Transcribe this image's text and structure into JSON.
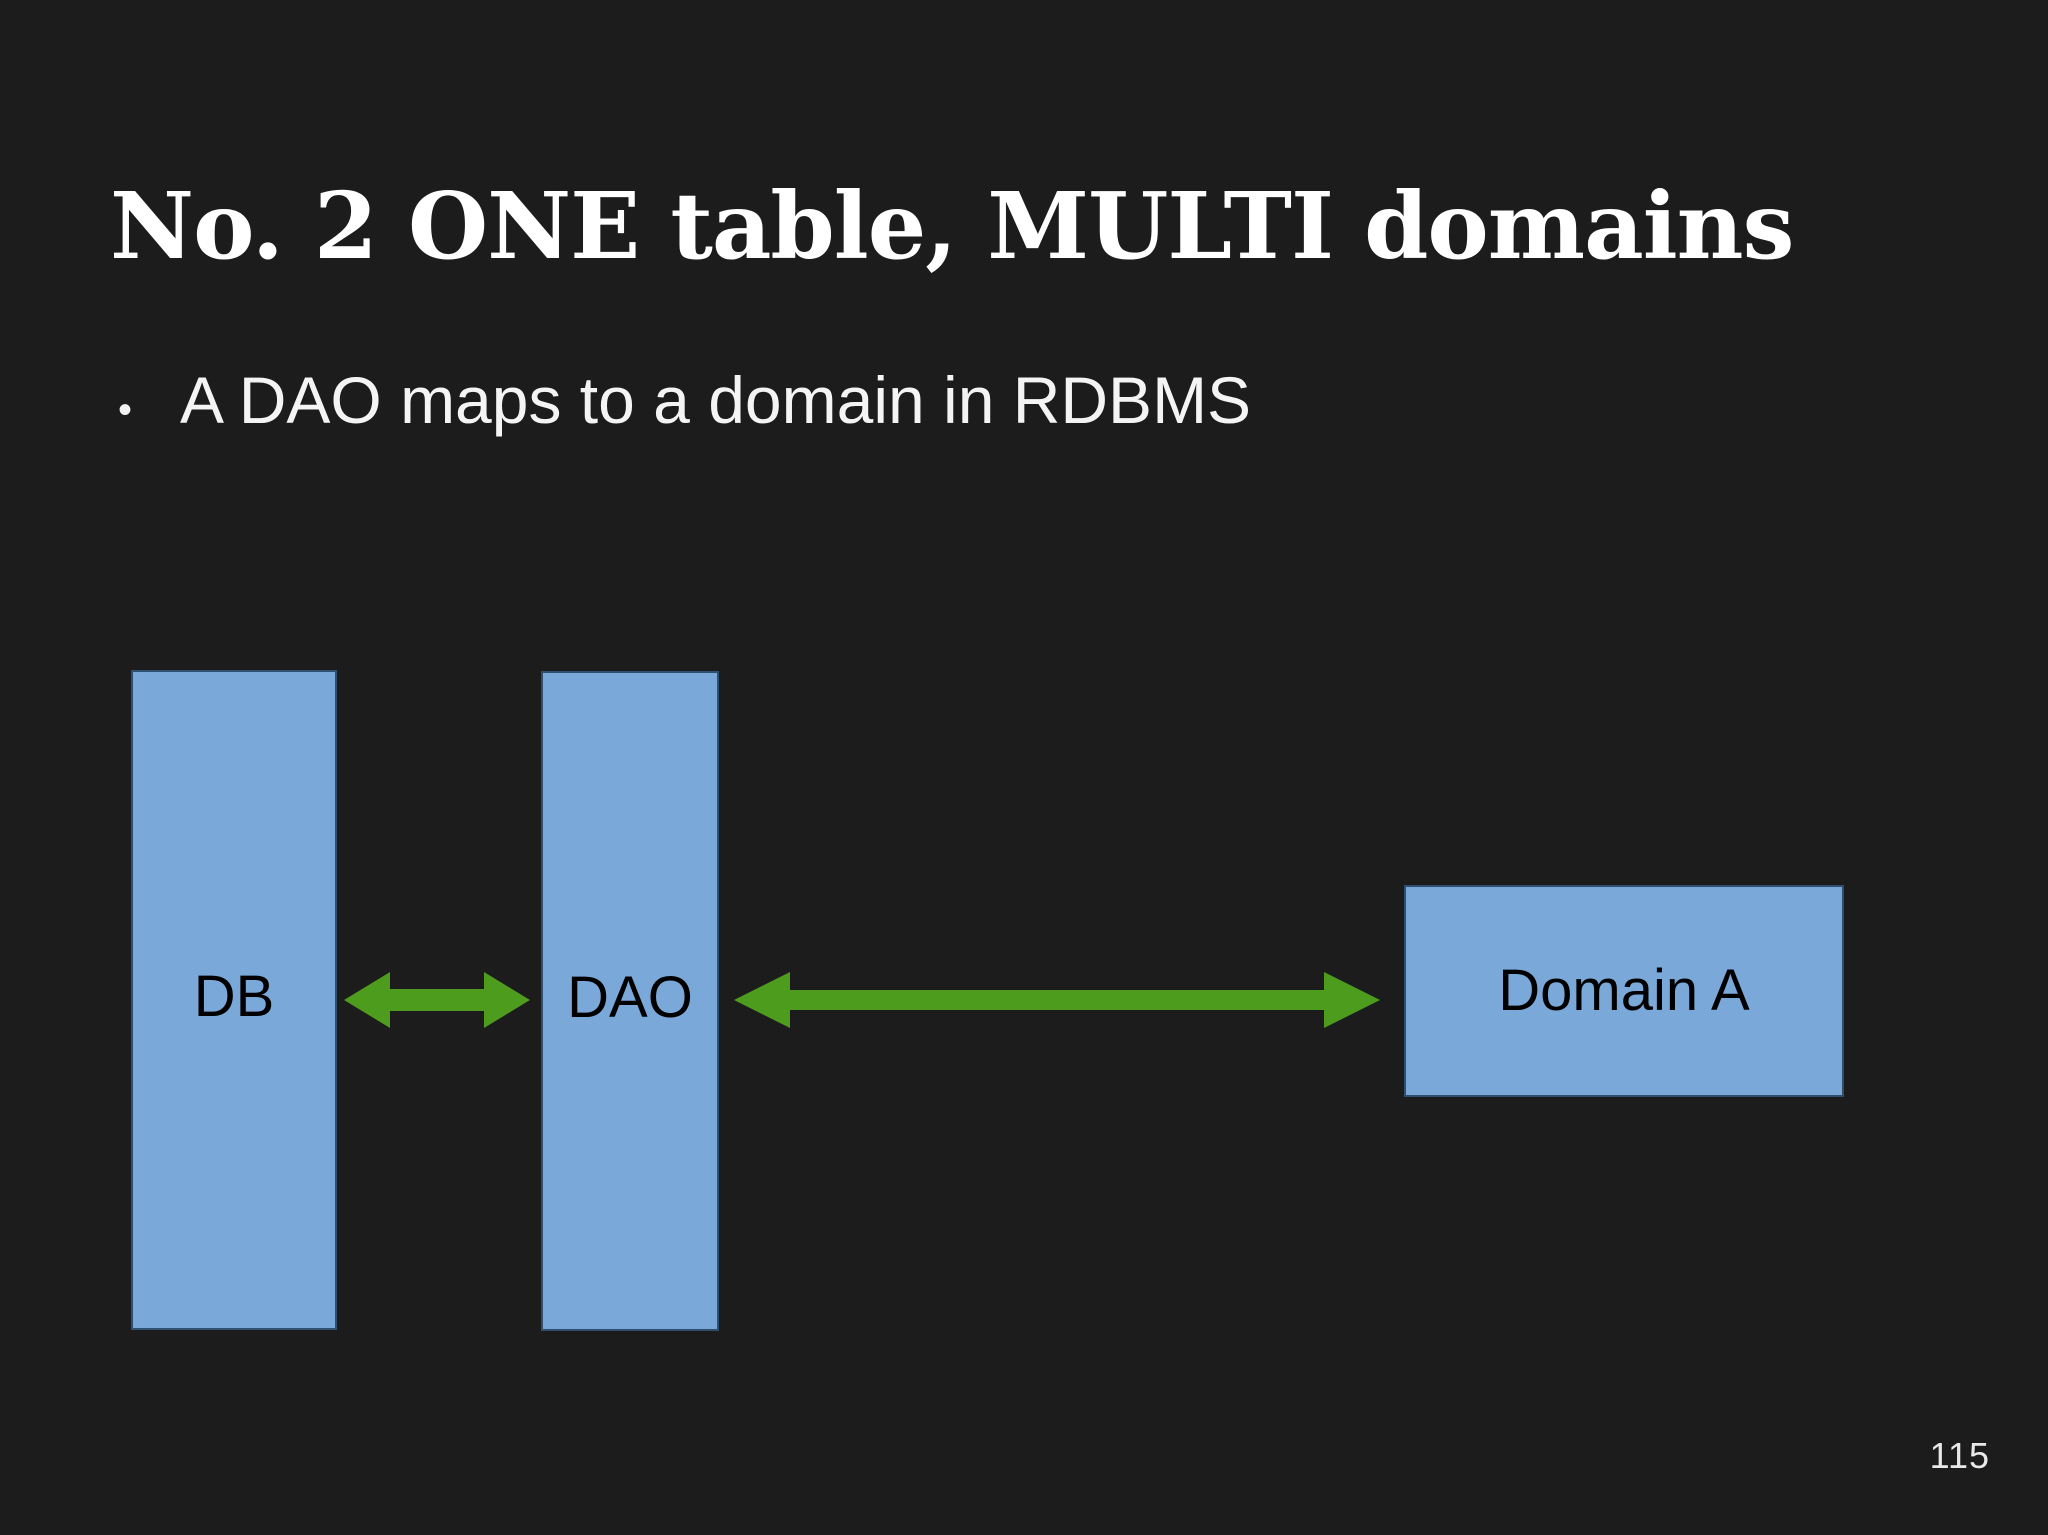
{
  "slide": {
    "title": "No. 2 ONE table, MULTI domains",
    "background_color": "#1c1c1d",
    "title_color": "#ffffff",
    "page_number": "115"
  },
  "bullets": [
    {
      "marker": "•",
      "text": "A DAO maps to a domain in RDBMS"
    }
  ],
  "diagram": {
    "box_fill_color": "#7aa8d8",
    "box_border_color": "#2f4f6f",
    "box_label_color": "#000000",
    "arrow_color": "#4e9c1e",
    "nodes": [
      {
        "id": "db",
        "label": "DB"
      },
      {
        "id": "dao",
        "label": "DAO"
      },
      {
        "id": "domain-a",
        "label": "Domain A"
      }
    ],
    "connectors": [
      {
        "id": "db-dao",
        "from": "DB",
        "to": "DAO",
        "direction": "bidirectional"
      },
      {
        "id": "dao-domain-a",
        "from": "DAO",
        "to": "Domain A",
        "direction": "bidirectional"
      }
    ]
  }
}
